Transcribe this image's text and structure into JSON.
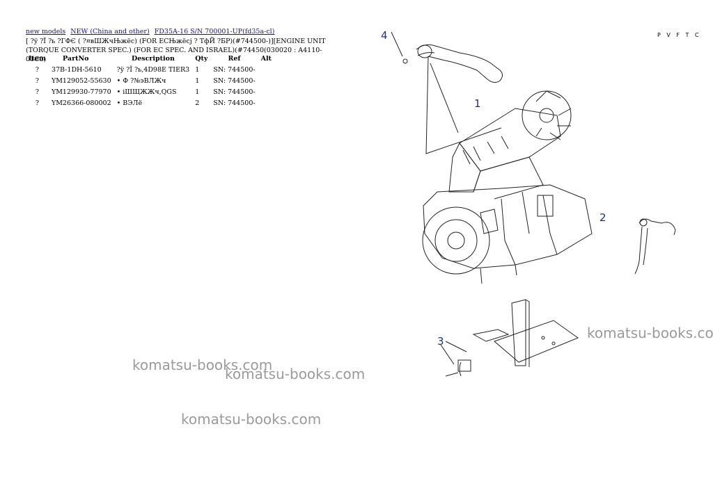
{
  "breadcrumb": {
    "link1": "new models",
    "link2": "NEW (China and other)",
    "link3": "FD35A-16 S/N 700001-UP(fd35a-cl)"
  },
  "title": "[ ?ÿ ?Ï ?ь ?ГФЄ ( ?¤вШЖчЊжёс) (FOR ECЊжёсj ? ТфЙ ?БР)(#744500-)][ENGINE UNIT (TORQUE CONVERTER SPEC.) (FOR EC SPEC. AND ISRAEL)(#74450(030020 : A4110-01C0)",
  "page_code": "P V F T C",
  "table": {
    "headers": [
      "Item",
      "PartNo",
      "Description",
      "Qty",
      "Ref",
      "Alt"
    ],
    "rows": [
      {
        "item": "?",
        "part_no": "37B-1DH-5610",
        "description": "?ÿ ?Ï ?ь,4D98E TIER3",
        "qty": "1",
        "ref": "SN: 744500-",
        "alt": ""
      },
      {
        "item": "?",
        "part_no": "YM129052-55630",
        "description": "• Ф ?№эВЛЖч",
        "qty": "1",
        "ref": "SN: 744500-",
        "alt": ""
      },
      {
        "item": "?",
        "part_no": "YM129930-77970",
        "description": "• іШЩЖЖч,QGS",
        "qty": "1",
        "ref": "SN: 744500-",
        "alt": ""
      },
      {
        "item": "?",
        "part_no": "YM26366-080002",
        "description": "• ВЭЛё",
        "qty": "2",
        "ref": "SN: 744500-",
        "alt": ""
      }
    ]
  },
  "callouts": [
    "4",
    "1",
    "2",
    "3"
  ],
  "watermarks": [
    "komatsu-books.com",
    "komatsu-books.com",
    "komatsu-books.com",
    "komatsu-books.com"
  ]
}
